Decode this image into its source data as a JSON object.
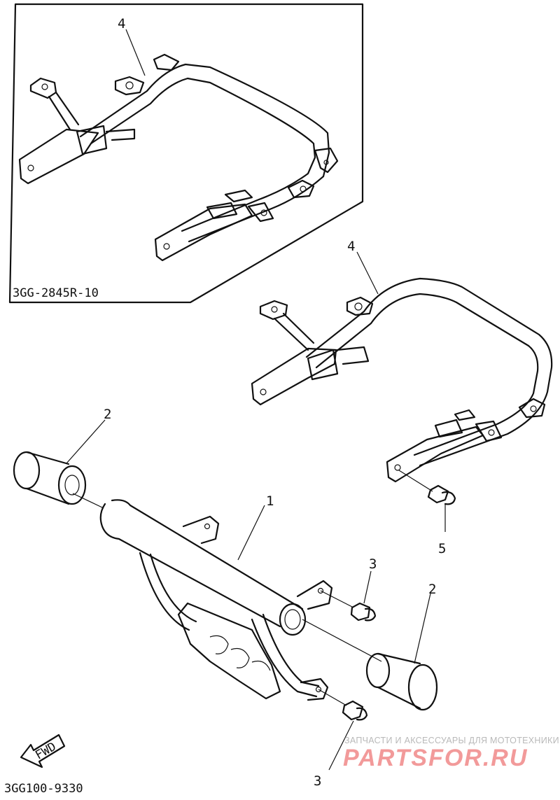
{
  "diagram": {
    "inset_code": "3GG-2845R-10",
    "diagram_code": "3GG100-9330",
    "fwd_label": "FWD",
    "callouts": {
      "inset_rack": "4",
      "rack": "4",
      "guard": "1",
      "left_cap": "2",
      "right_cap": "2",
      "bolt_upper": "3",
      "bolt_lower": "3",
      "rack_bolt": "5"
    }
  },
  "watermark": {
    "caption": "ЗАПЧАСТИ И АКСЕССУАРЫ ДЛЯ МОТОТЕХНИКИ",
    "brand": "PARTSFOR.RU"
  }
}
